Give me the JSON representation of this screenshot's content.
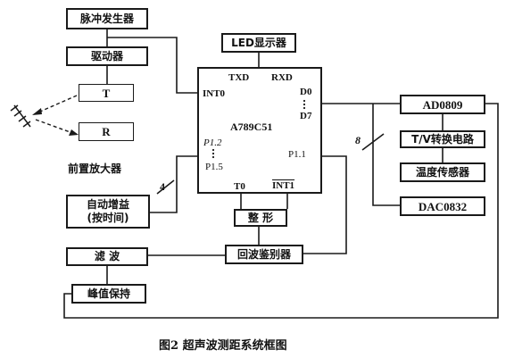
{
  "blocks": {
    "pulse_generator": "脉冲发生器",
    "driver": "驱动器",
    "transmitter": "T",
    "receiver": "R",
    "preamp": "前置放大器",
    "agc_line1": "自动增益",
    "agc_line2": "(按时间)",
    "filter": "滤 波",
    "peak_hold": "峰值保持",
    "led_display": "LED显示器",
    "shaping": "整 形",
    "echo_detector": "回波鉴别器",
    "adc": "AD0809",
    "tv_converter": "T/V转换电路",
    "temp_sensor": "温度传感器",
    "dac": "DAC0832"
  },
  "mcu": {
    "name": "A789C51",
    "pins": {
      "txd": "TXD",
      "rxd": "RXD",
      "int0": "INT0",
      "d0": "D0",
      "d7": "D7",
      "p12": "P1.2",
      "p15": "P1.5",
      "p11": "P1.1",
      "t0": "T0",
      "int1": "INT1"
    }
  },
  "bus_widths": {
    "agc_bus": "4",
    "data_bus": "8"
  },
  "caption": "图2   超声波测距系统框图"
}
